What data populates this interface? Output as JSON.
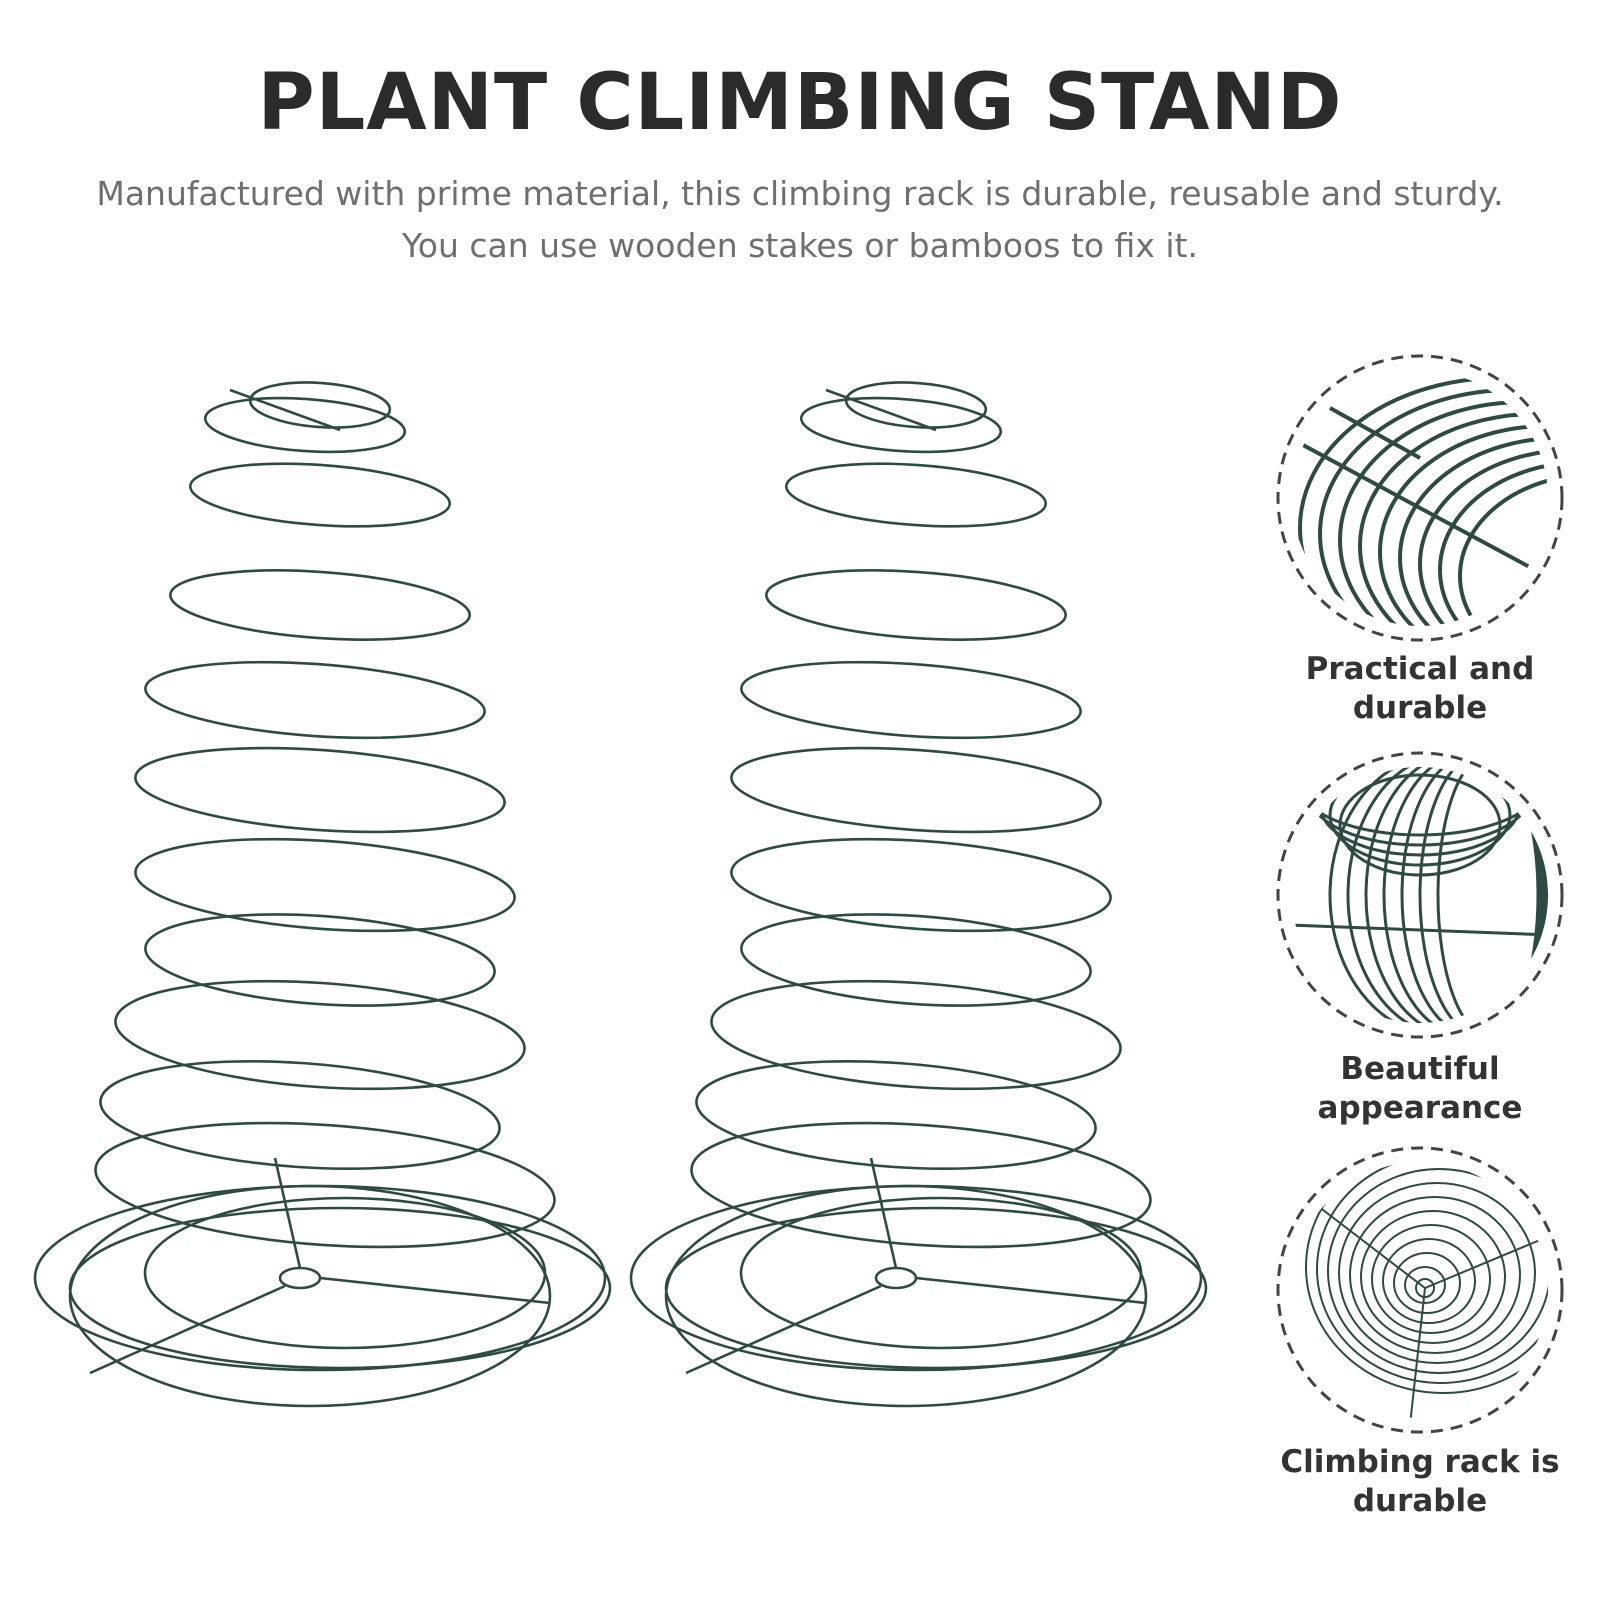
{
  "header": {
    "title": "PLANT CLIMBING STAND",
    "subtitle_line1": "Manufactured with prime material, this climbing rack is durable, reusable and sturdy.",
    "subtitle_line2": "You can use wooden stakes or bamboos to fix it."
  },
  "features": [
    {
      "label": "Practical and durable"
    },
    {
      "label": "Beautiful appearance"
    },
    {
      "label": "Climbing rack is durable"
    }
  ],
  "colors": {
    "wire": "#2f4a42",
    "title": "#2b2b2b",
    "subtitle": "#6f6f6f",
    "dash_border": "#444444"
  }
}
